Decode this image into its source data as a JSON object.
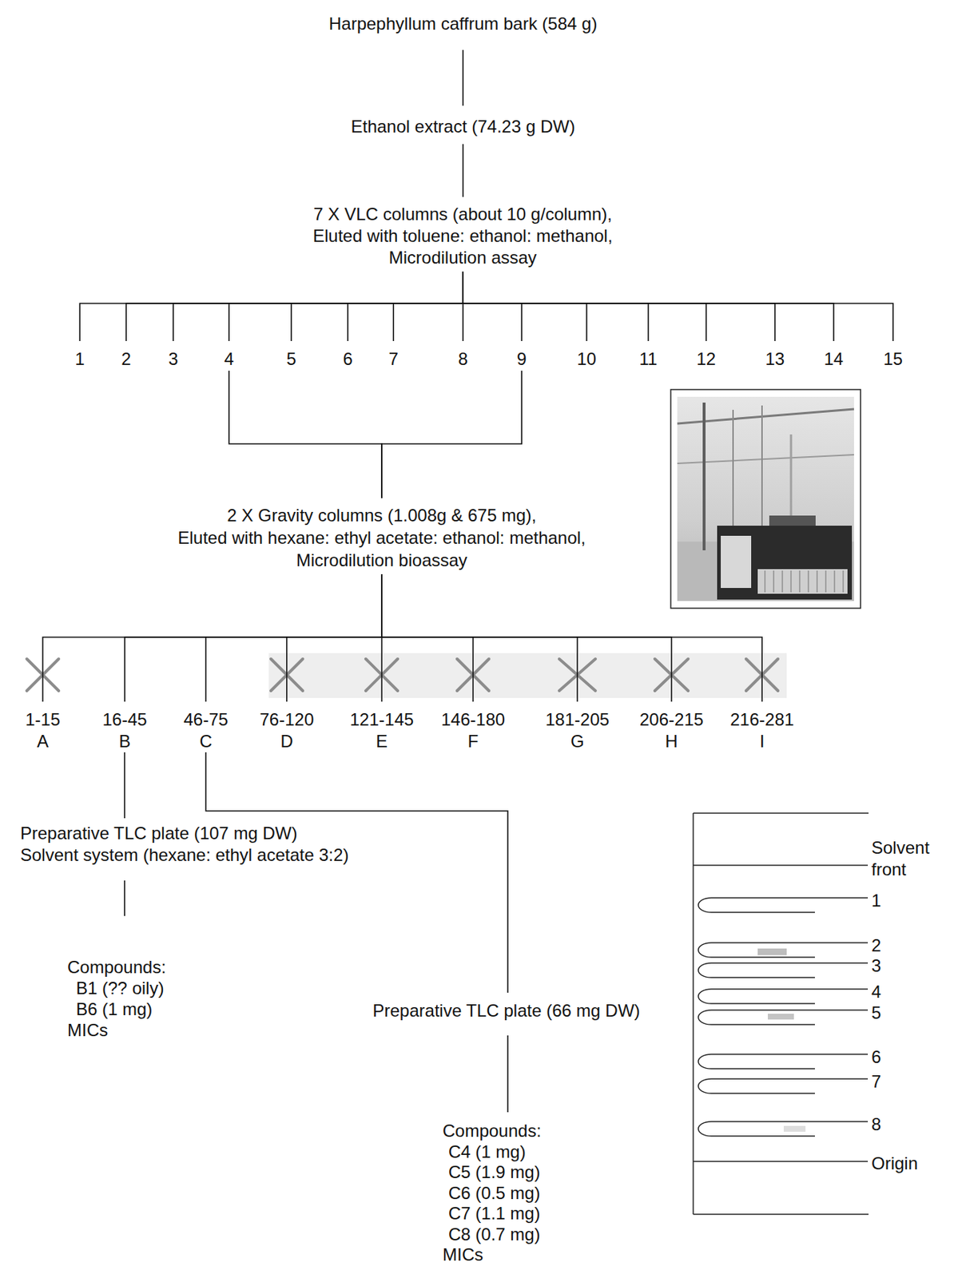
{
  "diagram": {
    "nodes": [
      {
        "text": [
          "Harpephyllum caffrum bark (584 g)"
        ]
      },
      {
        "text": [
          "Ethanol extract (74.23 g DW)"
        ]
      },
      {
        "text": [
          "7 X VLC columns (about 10 g/column),",
          "Eluted with toluene: ethanol: methanol,",
          "Microdilution assay"
        ]
      },
      {
        "text": [
          "1"
        ]
      },
      {
        "text": [
          "2"
        ]
      },
      {
        "text": [
          "3"
        ]
      },
      {
        "text": [
          "4"
        ]
      },
      {
        "text": [
          "5"
        ]
      },
      {
        "text": [
          "6"
        ]
      },
      {
        "text": [
          "7"
        ]
      },
      {
        "text": [
          "8"
        ]
      },
      {
        "text": [
          "9"
        ]
      },
      {
        "text": [
          "10"
        ]
      },
      {
        "text": [
          "11"
        ]
      },
      {
        "text": [
          "12"
        ]
      },
      {
        "text": [
          "13"
        ]
      },
      {
        "text": [
          "14"
        ]
      },
      {
        "text": [
          "15"
        ]
      },
      {
        "text": [
          "2 X Gravity columns (1.008g & 675 mg),",
          "Eluted with hexane: ethyl acetate: ethanol: methanol,",
          "Microdilution bioassay"
        ]
      },
      {
        "text": [
          "1-15",
          "A"
        ]
      },
      {
        "text": [
          "16-45",
          "B"
        ]
      },
      {
        "text": [
          "46-75",
          "C"
        ]
      },
      {
        "text": [
          "76-120",
          "D"
        ]
      },
      {
        "text": [
          "121-145",
          "E"
        ]
      },
      {
        "text": [
          "146-180",
          "F"
        ]
      },
      {
        "text": [
          "181-205",
          "G"
        ]
      },
      {
        "text": [
          "206-215",
          "H"
        ]
      },
      {
        "text": [
          "216-281",
          "I"
        ]
      },
      {
        "text": [
          "Preparative TLC plate (107 mg DW)",
          "Solvent system (hexane: ethyl acetate 3:2)"
        ]
      },
      {
        "text": [
          "Compounds:",
          "B1 (?? oily)",
          "B6 (1 mg)",
          "MICs"
        ]
      },
      {
        "text": [
          "Preparative TLC plate (66 mg DW)"
        ]
      },
      {
        "text": [
          "Compounds:",
          "C4 (1 mg)",
          "C5 (1.9 mg)",
          "C6 (0.5 mg)",
          "C7 (1.1 mg)",
          "C8 (0.7 mg)",
          "MICs"
        ]
      }
    ],
    "edges": [
      {
        "from": 0,
        "to": 1,
        "arrow": "none"
      },
      {
        "from": 1,
        "to": 2,
        "arrow": "none"
      },
      {
        "from": 2,
        "to": 3,
        "arrow": "none"
      },
      {
        "from": 2,
        "to": 4,
        "arrow": "none"
      },
      {
        "from": 2,
        "to": 5,
        "arrow": "none"
      },
      {
        "from": 2,
        "to": 6,
        "arrow": "none"
      },
      {
        "from": 2,
        "to": 7,
        "arrow": "none"
      },
      {
        "from": 2,
        "to": 8,
        "arrow": "none"
      },
      {
        "from": 2,
        "to": 9,
        "arrow": "none"
      },
      {
        "from": 2,
        "to": 10,
        "arrow": "none"
      },
      {
        "from": 2,
        "to": 11,
        "arrow": "none"
      },
      {
        "from": 2,
        "to": 12,
        "arrow": "none"
      },
      {
        "from": 2,
        "to": 13,
        "arrow": "none"
      },
      {
        "from": 2,
        "to": 14,
        "arrow": "none"
      },
      {
        "from": 2,
        "to": 15,
        "arrow": "none"
      },
      {
        "from": 2,
        "to": 16,
        "arrow": "none"
      },
      {
        "from": 2,
        "to": 17,
        "arrow": "none"
      },
      {
        "from": 6,
        "to": 18,
        "arrow": "none"
      },
      {
        "from": 11,
        "to": 18,
        "arrow": "none"
      },
      {
        "from": 18,
        "to": 19,
        "arrow": "none"
      },
      {
        "from": 18,
        "to": 20,
        "arrow": "none"
      },
      {
        "from": 18,
        "to": 21,
        "arrow": "none"
      },
      {
        "from": 18,
        "to": 22,
        "arrow": "none"
      },
      {
        "from": 18,
        "to": 23,
        "arrow": "none"
      },
      {
        "from": 18,
        "to": 24,
        "arrow": "none"
      },
      {
        "from": 18,
        "to": 25,
        "arrow": "none"
      },
      {
        "from": 18,
        "to": 26,
        "arrow": "none"
      },
      {
        "from": 18,
        "to": 27,
        "arrow": "none"
      },
      {
        "from": 20,
        "to": 28,
        "arrow": "none"
      },
      {
        "from": 28,
        "to": 29,
        "arrow": "none"
      },
      {
        "from": 21,
        "to": 30,
        "arrow": "none"
      },
      {
        "from": 30,
        "to": 31,
        "arrow": "none"
      }
    ],
    "labels": [
      "Solvent front",
      "1",
      "2",
      "3",
      "4",
      "5",
      "6",
      "7",
      "8",
      "Origin"
    ]
  }
}
